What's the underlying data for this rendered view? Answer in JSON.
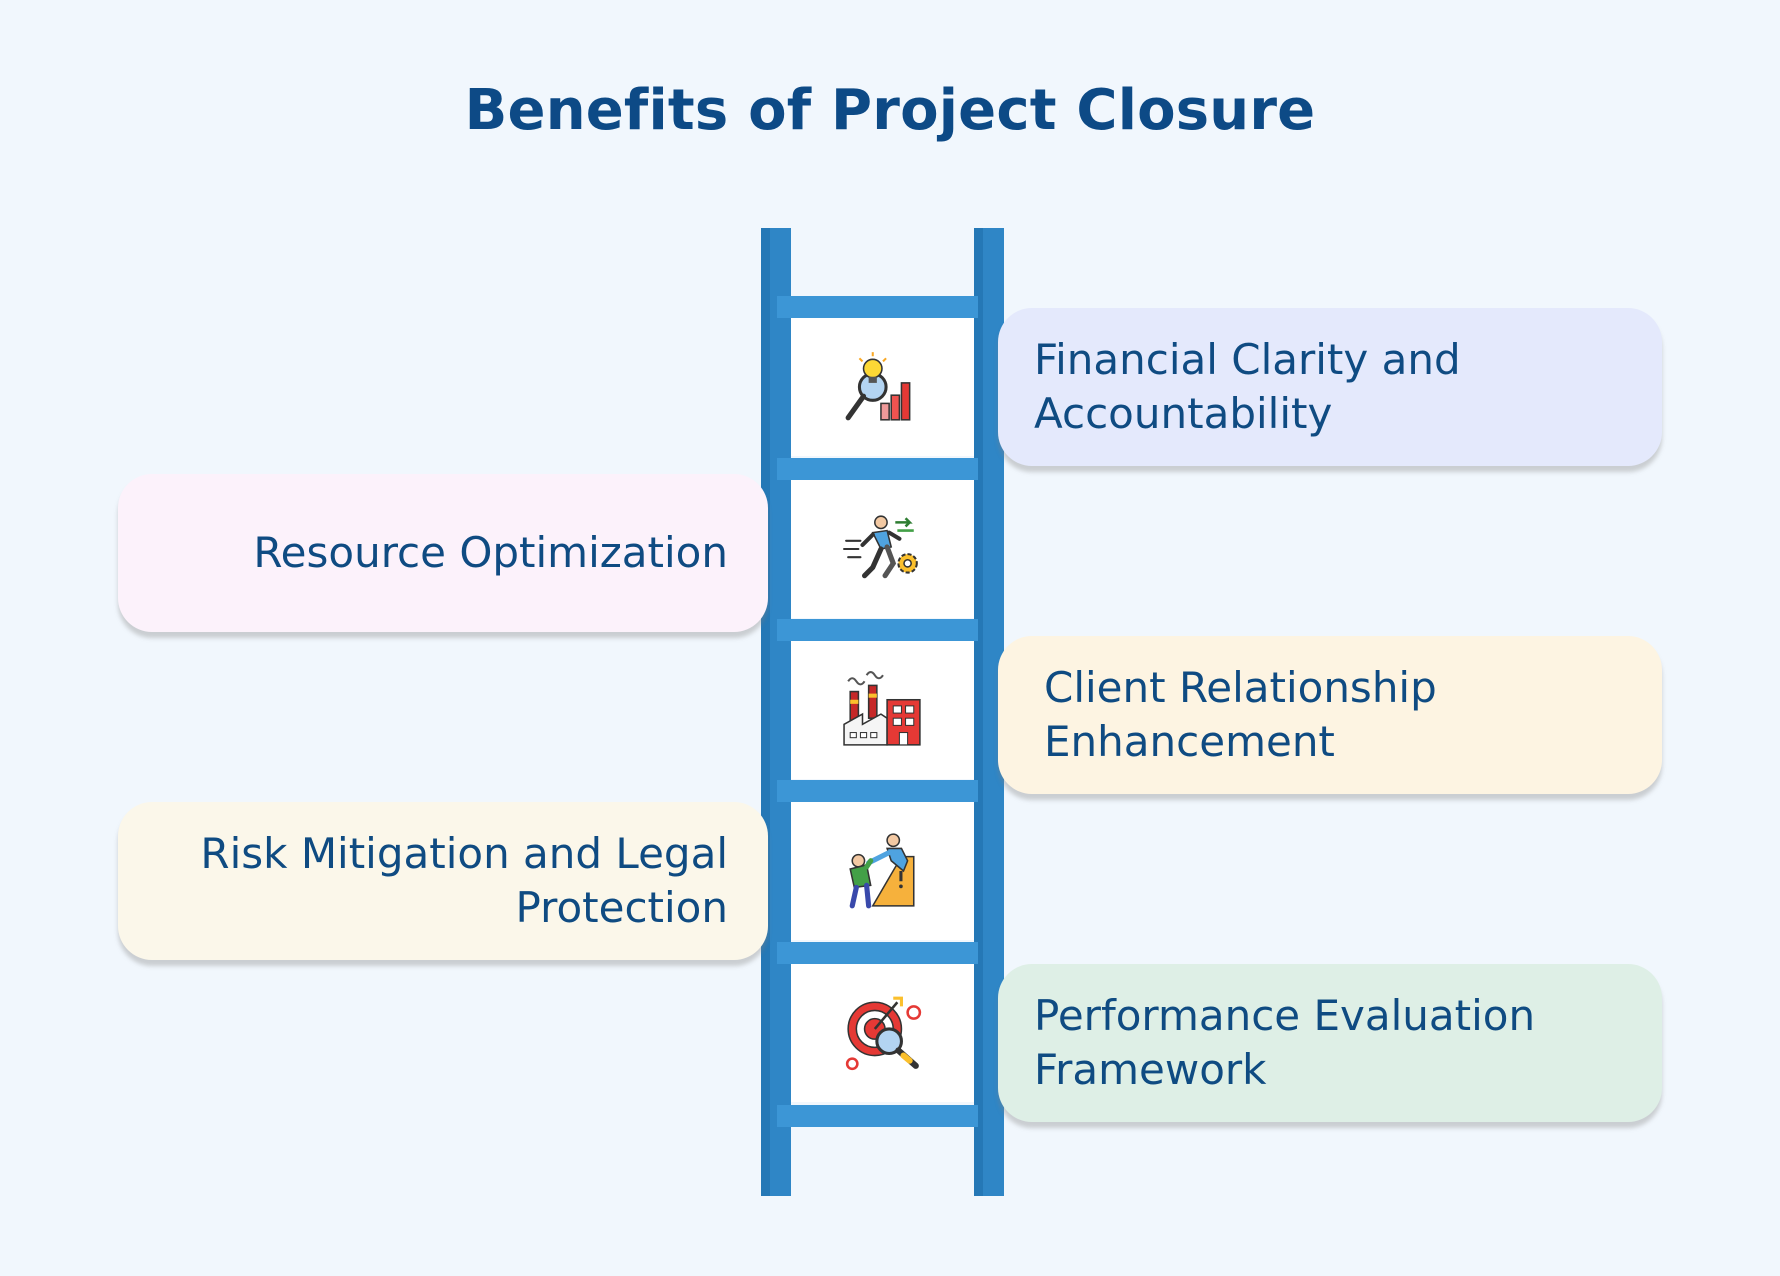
{
  "title": "Benefits of Project Closure",
  "steps": [
    {
      "lines": [
        "Financial Clarity and",
        "Accountability"
      ],
      "side": "right",
      "color": "#e4e9fc",
      "icon": "analytics-lightbulb-icon"
    },
    {
      "lines": [
        "Resource Optimization"
      ],
      "side": "left",
      "color": "#fcf2fb",
      "icon": "runner-gear-icon"
    },
    {
      "lines": [
        "Client Relationship",
        "Enhancement"
      ],
      "side": "right",
      "color": "#fdf4e2",
      "icon": "factory-building-icon"
    },
    {
      "lines": [
        "Risk Mitigation and Legal",
        "Protection"
      ],
      "side": "left",
      "color": "#fbf7ea",
      "icon": "climbing-help-icon"
    },
    {
      "lines": [
        "Performance Evaluation",
        "Framework"
      ],
      "side": "right",
      "color": "#deefe6",
      "icon": "target-search-icon"
    }
  ],
  "colors": {
    "rail": "#2f86c6",
    "rung": "#3c96d6",
    "title": "#0d4a86"
  }
}
